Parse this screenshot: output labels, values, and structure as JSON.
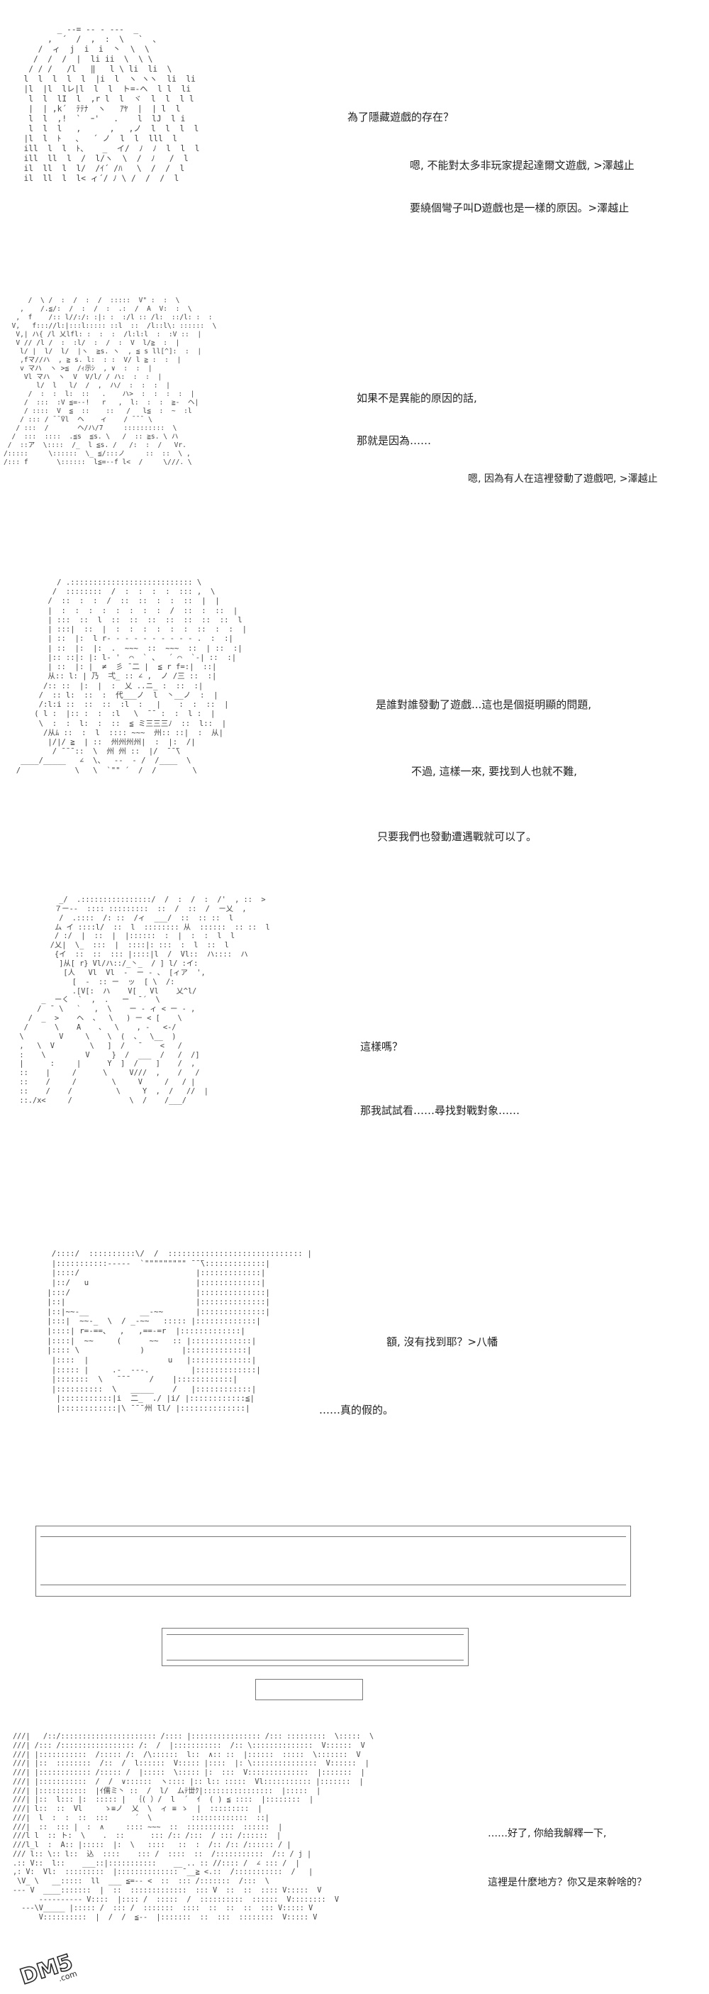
{
  "panels": [
    {
      "art": [
        "         _ -‐= ‐‐ ‐ ‐‐-  _",
        "       ,  ´  /  ,  :  \\   `  、",
        "     /  ィ  j  i  i  丶  \\  \\",
        "    /  /  /  |  li ii  \\  \\ \\",
        "   / / /   /l   ‖   l \\ li  li  \\",
        "  l  l  l  l  l  |i  l  ヽ ヽヽ  li  li",
        "  |l  |l  lレ|l  l  l  ト=-ヘ  l l  li",
        "   l  l  lI  l  ,r l  l  ヾ  l  l  l l",
        "   |  | ,k´  ﾃﾃﾅ  ヽ   ｱﾔ  |  | l  l",
        "   l  l  ,!  `  ｰ'   .    l  lJ  l i",
        "   l  l  l   ,      ,   ,ノ  l  l  l  l",
        "  |l  l  ﾄ   、  ´ ノ  l  l  lll  l",
        "  ill  l  l  ﾄ、   _  イ/  ﾉ  ﾉ  l  l  l",
        "  ill  ll  l  /  l/ヽ  \\  /  ﾉ   /  l",
        "  il  ll  l  l/  /ｲ´ /ﾊ   \\  /  /  l",
        "  il  ll  l  l< ィ´/ ﾉ \\ /  /  /  l"
      ],
      "lines": [
        "為了隱藏遊戲的存在？",
        "嗯, 不能對太多非玩家提起達爾文遊戲, >澤越止",
        "要繞個彎子叫D遊戲也是一樣的原因。>澤越止"
      ]
    },
    {
      "art": [
        "      /  \\ /  :  /  :  /  :::::  V\" :  :  \\",
        "    ,    /.≦/:  /  :  /  :  .:  /  A  V:  :  \\",
        "   ,  f    /:: l//:/: :|: :  :/l :: /l:  ::/l: :  :",
        "  V,   f::://l:|:::l::::: ::l  ::  /l::l\\: ::::::  \\",
        "   V,| ハ{ /l 乂lfl: :  :  :  /l:l:l  :  :V ::  |",
        "   V // /l /  :  :l/  :  /  :  V  l/≧  :  |",
        "    l/ |  l/  l/  |ヽ  ≧s. ヽ  , ≦ s ll[^]:  :  |",
        "    ,fマ//ハ  , ≧ s. l:  : :  V/ l ≧ :  :  |",
        "    v マハ  ヽ >≦  /ｨ示ｼ  , ∨  :  :  |",
        "     Vl マハ  ヽ  V  V/l/ / ハ:  :  :  |",
        "        l/  l   l/  /  ,  ハ/  :  :  :  |",
        "      /  :  :  l:  ::   .    ハ>  :  :  :  :  |",
        "     /  :::  :V ≦=--!   r   ,  l:  :  :  ≧-  ヘ|",
        "     / ::::  V  ≦  ::    ::   /   l≦  :  ~  :l",
        "    / ::: / ̄ ̄ ̄Vl  ヘ    ィ    / ̄ ̄ ̄  \\",
        "   / :::  /       ヘ/ハ/7     ::::::::::  \\",
        "  /  :::  ::::  .≦s  ≦s. \\   /  :: ≧s. \\ ハ",
        " /  ::ア  \\::::  /_  l ≦s. /   /:  :  /   Vr.",
        "/:::::     \\::::::  \\_ ≦/:::ノ     ::  ::  \\ ,",
        "/::: f       \\::::::  l≦=--f l<  /     \\///. \\"
      ],
      "lines": [
        "如果不是異能的原因的話,",
        "那就是因為……",
        "嗯, 因為有人在這裡發動了遊戲吧, >澤越止"
      ]
    },
    {
      "art": [
        "           / .::::::::::::::::::::::::::: \\",
        "          /  ::::::::  /  :  :  :  :  ::: ,  \\",
        "         /  ::  :  :  /  ::  ::  :  :  ::  |  |",
        "         |  :  :  :  :  :  :  :  :  /  ::  :  ::  |",
        "         | :::  ::  l  ::  ::  ::  ::  ::  ::  ::  l",
        "         | :::|  ::  |  :  :  :  :  :  :  ::  :  :  |",
        "         | ::  |:  l r- ‐ ‐ ‐ ‐ - ‐ ‐ ‐ - .  :  :|",
        "         | ::  |:  |:  .  ~~~  ::  ~~~  ::  | ::  :|",
        "         |:: ::|: |: l- '  ⌒  ` 、  ´ ⌒  `-| ::  :|",
        "         | ::  |: |  ≠  彡 ̄ 二 |  ≦ r f=:|  ::|",
        "         从:: l: | 乃  弌_ :: ∠ ,  ノ /三 ::  :|",
        "        /:: ::  |:  |  :  乂 ..ニ_ :  ::  :|",
        "       /  :: l:  ::  :  代___ノ  l  丶__ノ  :  |",
        "       /:l:i ::  ::  ::  :l  :   |    :  :  ::  |",
        "      ( l :  |:: :  :  :l   \\  ̄ ̄  :  :  l :  |",
        "       \\  :  :  l:  :  ::  ≦ ミ三三三ﾉ  ::  l::  |",
        "        /从ﾑ ::  :  l  :::: ~~~  州:: ::|  :  从|",
        "         |/|/ ≧  | ::  州州州州|  :  |:  /|",
        "          / ̄ ̄ ̄ ::  \\  州 州 ::  |/  ̄ ̄ ̄\\",
        "   ____/_____   ∠  \\、  ‐‐  ‐ /  /____  \\",
        "  /            \\   \\  `\"\" ´  /  /        \\"
      ],
      "lines": [
        "是誰對誰發動了遊戲...這也是個挺明顯的問題,",
        "不過, 這樣一來, 要找到人也就不難,",
        "只要我們也發動遭遇戰就可以了。"
      ]
    },
    {
      "art": [
        "           _/  .::::::::::::::::/  /  :  /  :  /'  , ::  >",
        "          ７ー--  :::: :::::::::  ::  /  ::  /  ー乂  ,",
        "           /  .::::  /: ::  /ィ  ___/  ::  :: ::  l",
        "          ム イ ::::l/  ::  l  :::::::: 从  ::::::  :: ::  l",
        "          / :/  |  ::  |  |::::::  :  |  :  :  l  l",
        "         /乂|  \\_  :::  |  ::::|: :::  :  l  ::  l",
        "          {イ  ::  ::  ::: |::::|l  /  Vl::  ハ::::  ハ",
        "           ]从[ r} Vl/ハ::/_丶_  / ] l/ :イ:",
        "            [人   Vl  Vl  -  ー - 、 [ィア  ',",
        "              [  -  :: ー  ッ  [ \\  /:",
        "              .[V[:  ハ    V[   Vl    乂^l/",
        "       _  ーく  `  ,  .   ー  ̄ ´  \\",
        "      /  ̄  \\   `   ,  \\    ー - ィ < ー - ,",
        "    /  _  >    ヘ  、  \\   ) ー < [    \\",
        "   /      \\    A    、  \\    , -   <-/",
        "  \\        V     \\    \\  (  、  \\__  )",
        "  ,   \\  V        \\   ]  /   ̄     <   /",
        "  :    \\         V     }  /  ___  /   /  /]",
        "  |      :     |      Y  ]  /    ]    /  ,",
        "  ::    |     /      \\     V///  ,    /   /",
        "  ::    /     /        \\     V     /   / |",
        "  ::    /    /          \\     Y  ,  /   //  |",
        "  ::./x<     /             \\  /    /___/"
      ],
      "lines": [
        "這樣嗎？",
        "那我試試看……尋找對戰對象……"
      ]
    },
    {
      "art": [
        "     /::::/  ::::::::::\\/  /  ::::::::::::::::::::::::::::: |",
        "     |:::::::::::-----  `\"\"\"\"\"\"\"\"\" ̄ ̄ ̄\\:::::::::::::|",
        "     |::::/                         |:::::::::::::|",
        "     |::/   u                       |:::::::::::::|",
        "    |:::/                           |::::::::::::::|",
        "    |::|                            |::::::::::::::|",
        "    |::|~~-__           __-~~       |::::::::::::::|",
        "    |:::|  ~~-_  \\  / _-~~   ::::: |:::::::::::::|",
        "    |::::| r=-==、  ,   ,==-=r  |:::::::::::::|",
        "    |::::|  ~~     (      ~~   :: |:::::::::::::|",
        "    |:::: \\             )        |:::::::::::::|",
        "     |::::  |                 u   |:::::::::::::|",
        "     |::::: |     .-  ‐‐-.         |:::::::::::::|",
        "     |:::::::  \\   ̄ ̄ ̄     /    |::::::::::::|",
        "     |::::::::::  \\   _____    /   |::::::::::::|",
        "      |:::::::::::|i  二_  ./ |i/ |::::::::::::≦|",
        "      |::::::::::::|\\ ̄ ̄ ̄ 州 ̄ll/ |::::::::::::::|"
      ],
      "lines": [
        "額, 沒有找到耶？>八幡",
        "……真的假的。"
      ]
    },
    {
      "art": [
        "///|   /::/:::::::::::::::::::::: /:::: |:::::::::::::::: /::: :::::::::  \\:::::  \\",
        "///| /::: /::::::::::::::::: /:  /  |:::::::::::  /:: \\::::::::::::::  V::::::  V",
        "///| |:::::::::::  /::::: /:  /\\::::::  l::  ∧:: ::  |::::::  :::::  \\:::::::  V",
        "///| |::  ::::::::  /::  /  l::::::  V::::: |::::  |: \\:::::::::::::::  V::::::  |",
        "///| |:::::::::::: /::::: /  |:::::  \\::::: |:  :::  V::::::::::::::  |:::::::  |",
        "///| |:::::::::::  /  /  ∨::::::  ヽ:::: |:: l:: :::::  Vl::::::::::: |:::::::  |",
        "///| |:::::::::::  |ｲ儒ミ丶 ::  /  l/  ムﾃ丗ｸ|::::::::::::::::  |:::::  |",
        "///| |::  l::: |:  ::::: |  ｛( ）/  l  ´  ｲ  ( ) ≦ ::::  |::::::::  |",
        "///| l::  ::  Vl     ゝ≡ノ  乂  \\  ィ ≡ ゝ  |  :::::::::  |",
        "///|  l  :  :  ::  :::      ´  \\         :::::::::::::  ::|",
        "///|  ::  ::: |  :  ∧     :::: ~~~  ::  :::::::::::  ::::::  |",
        "///l l  :: ト:  \\    .  ::      ::: /:: /:::  / ::: /::::::  |",
        "///l_l  :  A:: |:::::  |:  \\   ::::   ::  :  /:: /:: /:::::: / |",
        "/// l:: \\:: l::  込  ::::    ::: /  ::::  ::  /:::::::::::  /:: / j |",
        ".:: V::  l::    ___::|:::::::::::    __ .. :: //:::: /  ∠ ::: /  |",
        ",: V:  Vl:  :::::::::  |:::::::::::::: ̄ __≧ <.::  /:::::::::::  /   |",
        " \\V_ \\   __:::::  ll  ___ ≦=-- <  ::  ::: /:::::::  /:::  \\",
        "--- V  ____:::::::  |  ::  :::::::::::::  ::: V  ::  ::  :::: V:::::  V",
        "      ---------- V::::  |:::: /  :::::  /  ::::::::::  ::::::  V::::::::  V",
        "  ---\\V_____ |::::: /  ::: /  :::::::  ::::  ::  ::  ::  ::: V::::: V",
        "      V::::::::::  |  /  /  ≦--  |:::::::  ::  :::  ::::::::  V::::: V"
      ],
      "lines": [
        "……好了, 你給我解釋一下,",
        "這裡是什麼地方？你又是來幹啥的？"
      ]
    }
  ],
  "watermark": {
    "text": "DM5",
    "sub": ".com",
    "color": "#2b2b2b"
  },
  "colors": {
    "background": "#ffffff",
    "text": "#222222",
    "art": "#444444",
    "frame": "#777777"
  }
}
